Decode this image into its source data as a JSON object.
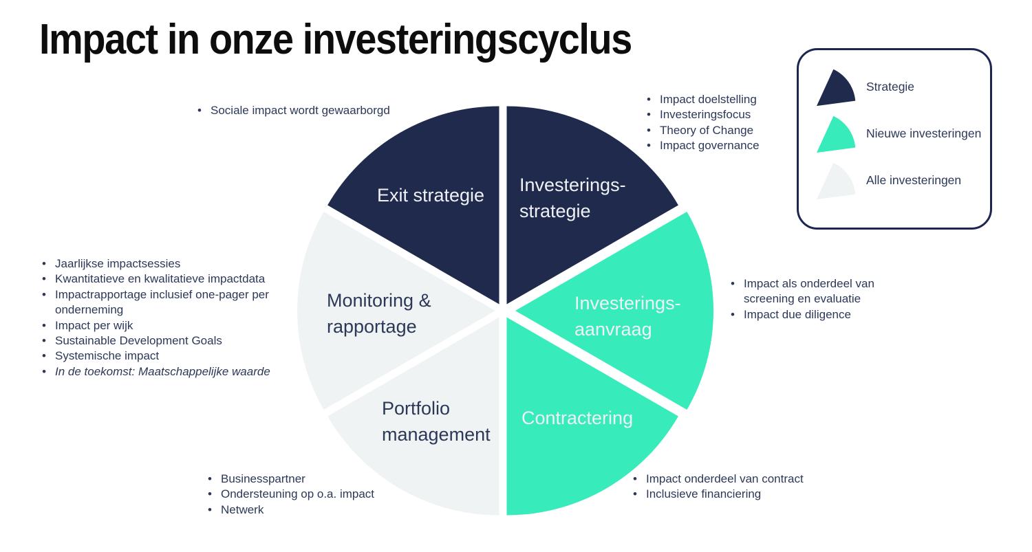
{
  "title": "Impact in onze investeringscyclus",
  "colors": {
    "navy": "#202a4d",
    "teal": "#37ecba",
    "light_gray": "#f0f3f4",
    "dark_text": "#2c3857",
    "legend_border": "#1c2650"
  },
  "legend": {
    "items": [
      {
        "label": "Strategie",
        "color": "#202a4d"
      },
      {
        "label": "Nieuwe investeringen",
        "color": "#37ecba"
      },
      {
        "label": "Alle investeringen",
        "color": "#f0f3f4"
      }
    ]
  },
  "chart_data": {
    "type": "pie",
    "title": "Investeringscyclus",
    "legend_position": "top-right",
    "slices": [
      {
        "id": "investeringsstrategie",
        "label": "Investeringsstrategie",
        "label_lines": [
          "Investerings-",
          "strategie"
        ],
        "group": "Strategie",
        "color": "#202a4d",
        "value": 1,
        "start_deg": 0,
        "end_deg": 60,
        "emphasized": false
      },
      {
        "id": "investeringsaanvraag",
        "label": "Investeringsaanvraag",
        "label_lines": [
          "Investerings-",
          "aanvraag"
        ],
        "group": "Nieuwe investeringen",
        "color": "#37ecba",
        "value": 1,
        "start_deg": 60,
        "end_deg": 120,
        "emphasized": true
      },
      {
        "id": "contractering",
        "label": "Contractering",
        "label_lines": [
          "Contractering"
        ],
        "group": "Nieuwe investeringen",
        "color": "#37ecba",
        "value": 1,
        "start_deg": 120,
        "end_deg": 180,
        "emphasized": false
      },
      {
        "id": "portfolio-management",
        "label": "Portfolio management",
        "label_lines": [
          "Portfolio",
          "management"
        ],
        "group": "Alle investeringen",
        "color": "#f0f3f4",
        "value": 1,
        "start_deg": 180,
        "end_deg": 240,
        "emphasized": false
      },
      {
        "id": "monitoring-rapportage",
        "label": "Monitoring & rapportage",
        "label_lines": [
          "Monitoring &",
          "rapportage"
        ],
        "group": "Alle investeringen",
        "color": "#f0f3f4",
        "value": 1,
        "start_deg": 240,
        "end_deg": 300,
        "emphasized": false
      },
      {
        "id": "exit-strategie",
        "label": "Exit strategie",
        "label_lines": [
          "Exit strategie"
        ],
        "group": "Strategie",
        "color": "#202a4d",
        "value": 1,
        "start_deg": 300,
        "end_deg": 360,
        "emphasized": false
      }
    ]
  },
  "annotations": {
    "exit_strategie": {
      "items": [
        "Sociale impact wordt gewaarborgd"
      ]
    },
    "investeringsstrategie": {
      "items": [
        "Impact doelstelling",
        "Investeringsfocus",
        "Theory of Change",
        "Impact governance"
      ]
    },
    "investeringsaanvraag": {
      "items": [
        "Impact als onderdeel van screening en evaluatie",
        "Impact due diligence"
      ]
    },
    "contractering": {
      "items": [
        "Impact onderdeel van contract",
        "Inclusieve financiering"
      ]
    },
    "portfolio_management": {
      "items": [
        "Businesspartner",
        "Ondersteuning op o.a. impact",
        "Netwerk"
      ]
    },
    "monitoring_rapportage": {
      "items": [
        "Jaarlijkse impactsessies",
        "Kwantitatieve en kwalitatieve impactdata",
        "Impactrapportage inclusief one-pager per onderneming",
        "Impact per wijk",
        "Sustainable Development Goals",
        "Systemische impact",
        {
          "text": "In de toekomst: Maatschappelijke waarde",
          "italic": true
        }
      ]
    }
  }
}
